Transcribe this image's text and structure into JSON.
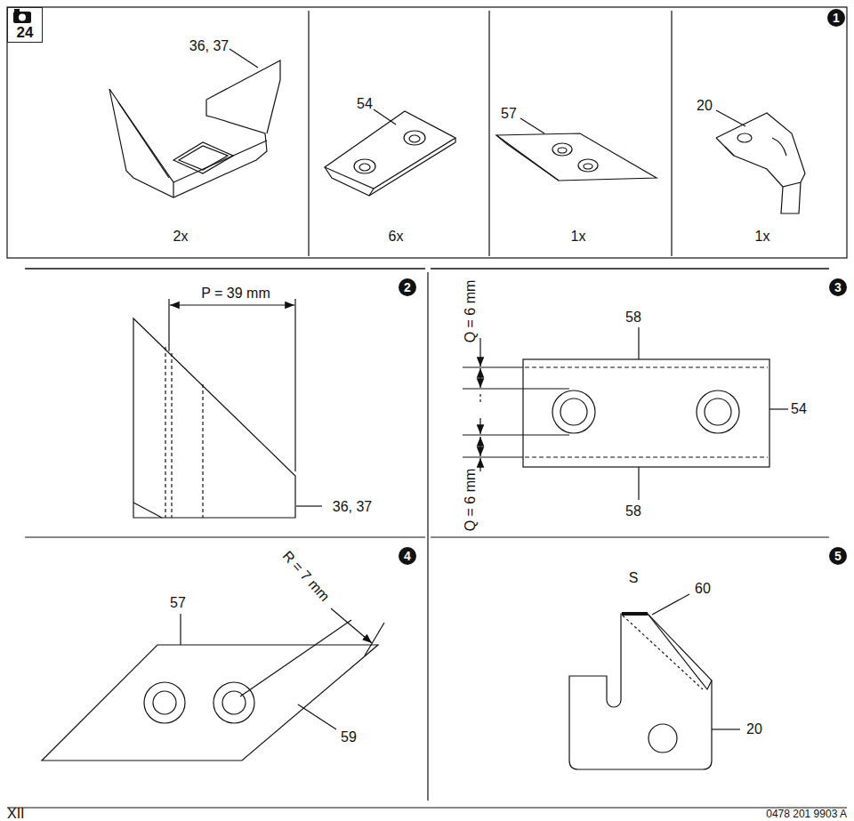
{
  "diagram": {
    "nodes": [
      {
        "text": [
          "24"
        ]
      }
    ],
    "labels": [
      "1",
      "36, 37",
      "54",
      "57",
      "20",
      "2x",
      "6x",
      "1x",
      "1x",
      "P = 39 mm",
      "2",
      "Q = 6 mm",
      "3",
      "58",
      "54",
      "36, 37",
      "Q = 6 mm",
      "58",
      "R = 7 mm",
      "4",
      "5",
      "S",
      "60",
      "57",
      "59",
      "20",
      "XII",
      "0478 201 9903 A"
    ]
  }
}
